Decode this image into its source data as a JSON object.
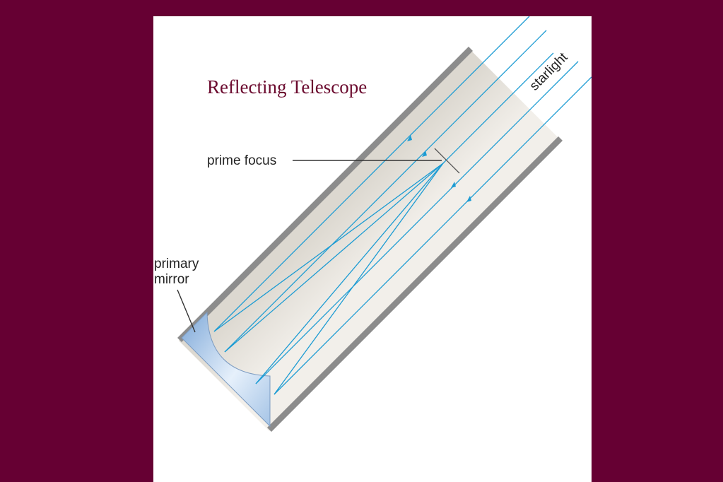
{
  "diagram": {
    "title": "Reflecting Telescope",
    "labels": {
      "prime_focus": "prime focus",
      "primary_mirror_line1": "primary",
      "primary_mirror_line2": "mirror",
      "starlight": "starlight"
    }
  },
  "colors": {
    "background": "#660033",
    "panel": "#ffffff",
    "title": "#6b0a2e",
    "tube_fill": "#e3dfd8",
    "tube_wall": "#8c8c8c",
    "light_ray": "#1b9bd3",
    "mirror": "#a9c8e8",
    "label_text": "#222222"
  }
}
